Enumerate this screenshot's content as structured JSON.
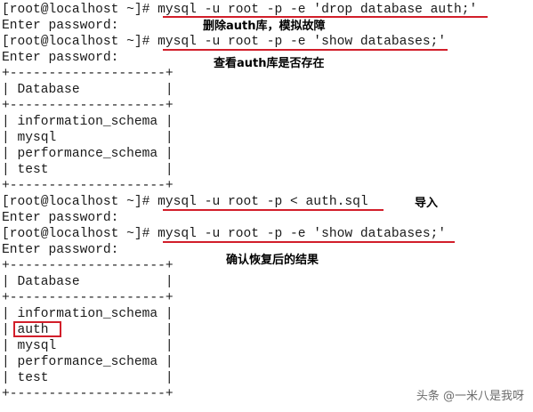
{
  "terminal": {
    "lines": [
      "[root@localhost ~]# mysql -u root -p -e 'drop database auth;'",
      "Enter password:",
      "[root@localhost ~]# mysql -u root -p -e 'show databases;'",
      "Enter password:",
      "+--------------------+",
      "| Database           |",
      "+--------------------+",
      "| information_schema |",
      "| mysql              |",
      "| performance_schema |",
      "| test               |",
      "+--------------------+",
      "[root@localhost ~]# mysql -u root -p < auth.sql",
      "Enter password:",
      "[root@localhost ~]# mysql -u root -p -e 'show databases;'",
      "Enter password:",
      "+--------------------+",
      "| Database           |",
      "+--------------------+",
      "| information_schema |",
      "| auth               |",
      "| mysql              |",
      "| performance_schema |",
      "| test               |",
      "+--------------------+"
    ]
  },
  "annotations": {
    "drop_note": "删除auth库，模拟故障",
    "check_note": "查看auth库是否存在",
    "import_note": "导入",
    "confirm_note": "确认恢复后的结果"
  },
  "watermark": "头条 @一米八是我呀",
  "colors": {
    "highlight": "#d21e2a",
    "text": "#1a1a1a",
    "background": "#ffffff"
  }
}
